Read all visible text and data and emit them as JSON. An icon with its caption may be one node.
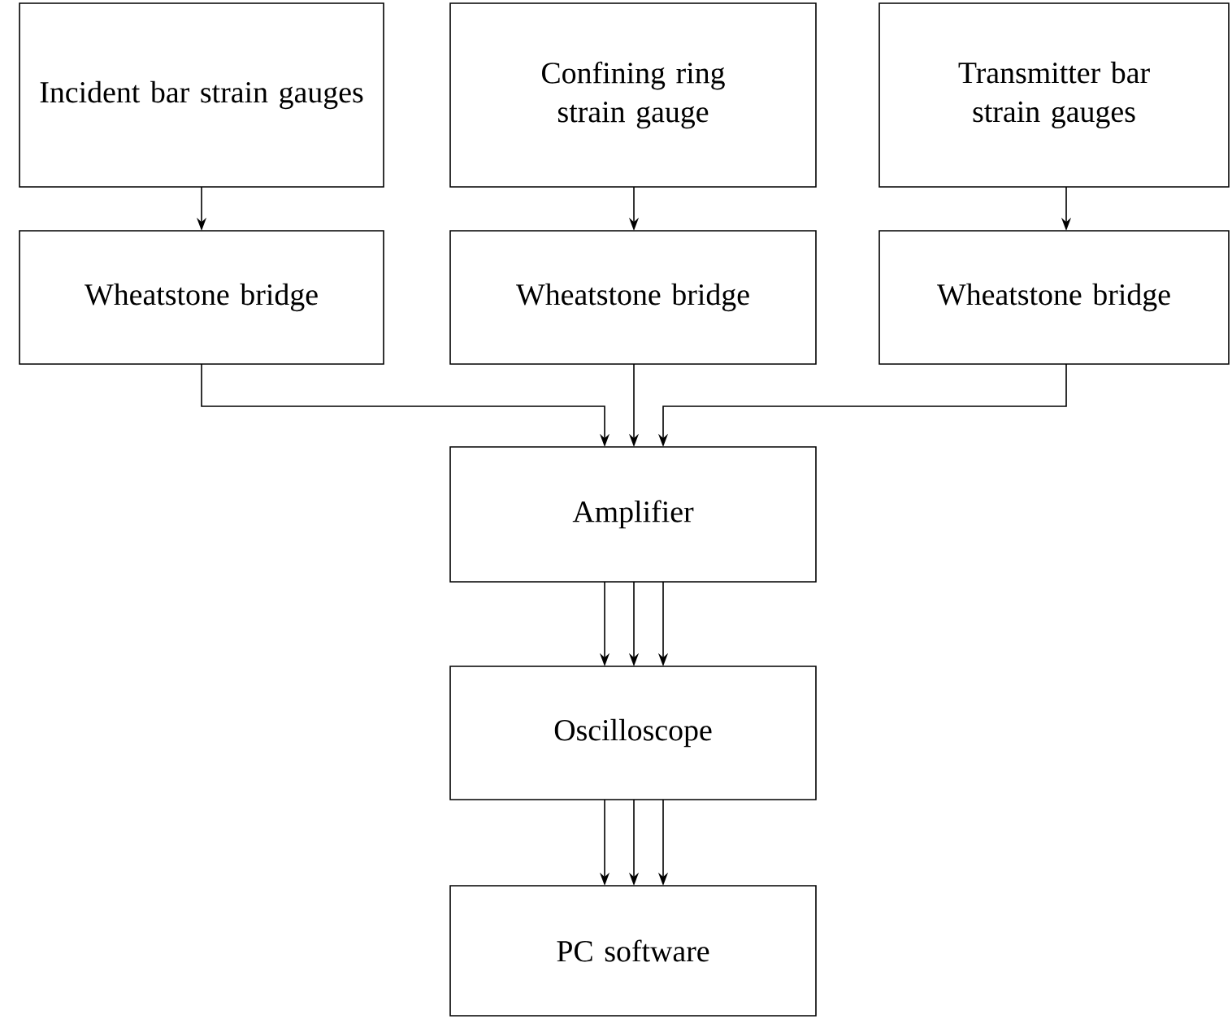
{
  "diagram": {
    "nodes": [
      {
        "text": [
          "Incident bar strain gauges"
        ]
      },
      {
        "text": [
          "Confining ring strain gauge"
        ]
      },
      {
        "text": [
          "Transmitter bar strain gauges"
        ]
      },
      {
        "text": [
          "Wheatstone bridge"
        ]
      },
      {
        "text": [
          "Wheatstone bridge"
        ]
      },
      {
        "text": [
          "Wheatstone bridge"
        ]
      },
      {
        "text": [
          "Amplifier"
        ]
      },
      {
        "text": [
          "Oscilloscope"
        ]
      },
      {
        "text": [
          "PC software"
        ]
      }
    ],
    "edges": [
      {
        "from": 0,
        "to": 3,
        "arrow": "to"
      },
      {
        "from": 1,
        "to": 4,
        "arrow": "to"
      },
      {
        "from": 2,
        "to": 5,
        "arrow": "to"
      },
      {
        "from": 3,
        "to": 6,
        "arrow": "to"
      },
      {
        "from": 4,
        "to": 6,
        "arrow": "to"
      },
      {
        "from": 5,
        "to": 6,
        "arrow": "to"
      },
      {
        "from": 6,
        "to": 7,
        "arrow": "to"
      },
      {
        "from": 6,
        "to": 7,
        "arrow": "to"
      },
      {
        "from": 6,
        "to": 7,
        "arrow": "to"
      },
      {
        "from": 7,
        "to": 8,
        "arrow": "to"
      },
      {
        "from": 7,
        "to": 8,
        "arrow": "to"
      },
      {
        "from": 7,
        "to": 8,
        "arrow": "to"
      }
    ]
  }
}
